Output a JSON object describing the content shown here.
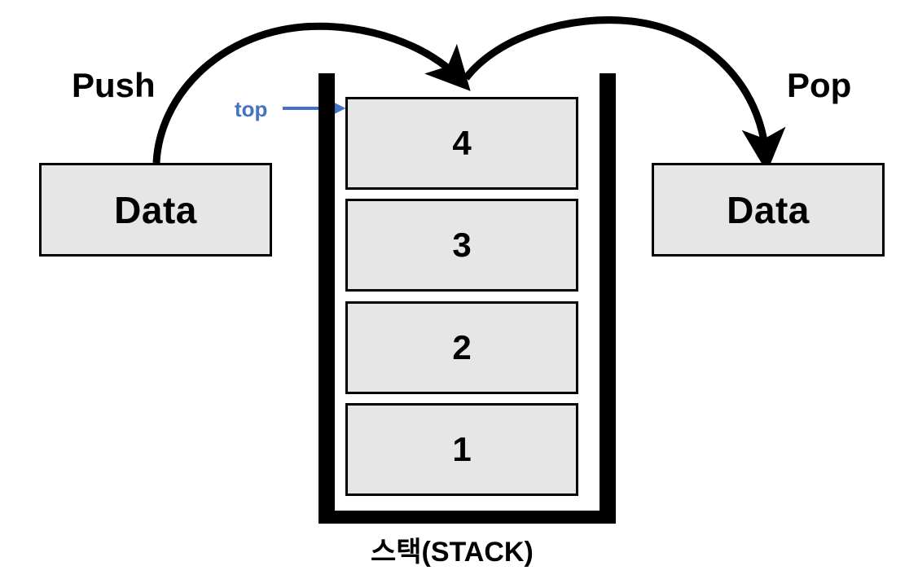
{
  "diagram": {
    "title": "Stack (STACK) push and pop diagram",
    "caption": "스택(STACK)",
    "colors": {
      "cell_fill": "#E7E6E6",
      "stroke": "#000000",
      "top_pointer": "#4472C4",
      "background": "#FFFFFF"
    }
  },
  "labels": {
    "push": "Push",
    "pop": "Pop",
    "top_pointer": "top"
  },
  "boxes": {
    "push_data": "Data",
    "pop_data": "Data"
  },
  "stack": {
    "cells": [
      {
        "value": "4"
      },
      {
        "value": "3"
      },
      {
        "value": "2"
      },
      {
        "value": "1"
      }
    ]
  }
}
